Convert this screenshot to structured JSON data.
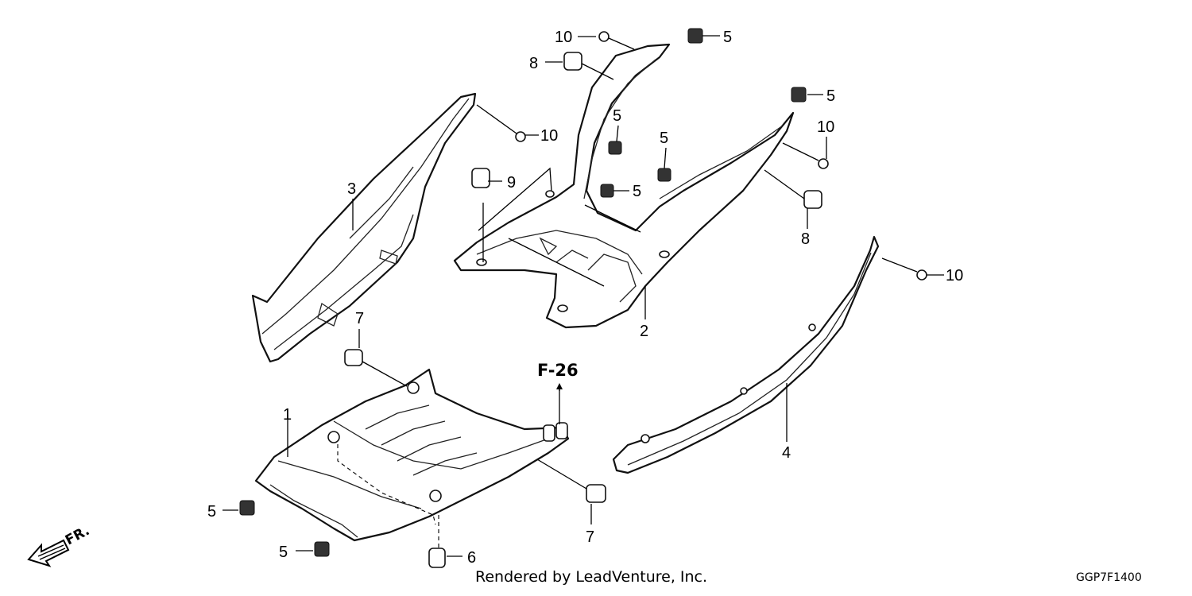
{
  "diagram": {
    "callouts": [
      "1",
      "2",
      "3",
      "4",
      "5",
      "6",
      "7",
      "8",
      "9",
      "10"
    ],
    "reference_tag": "F-26",
    "front_indicator": "FR.",
    "credit": "Rendered by LeadVenture, Inc.",
    "diagram_code": "GGP7F1400"
  }
}
